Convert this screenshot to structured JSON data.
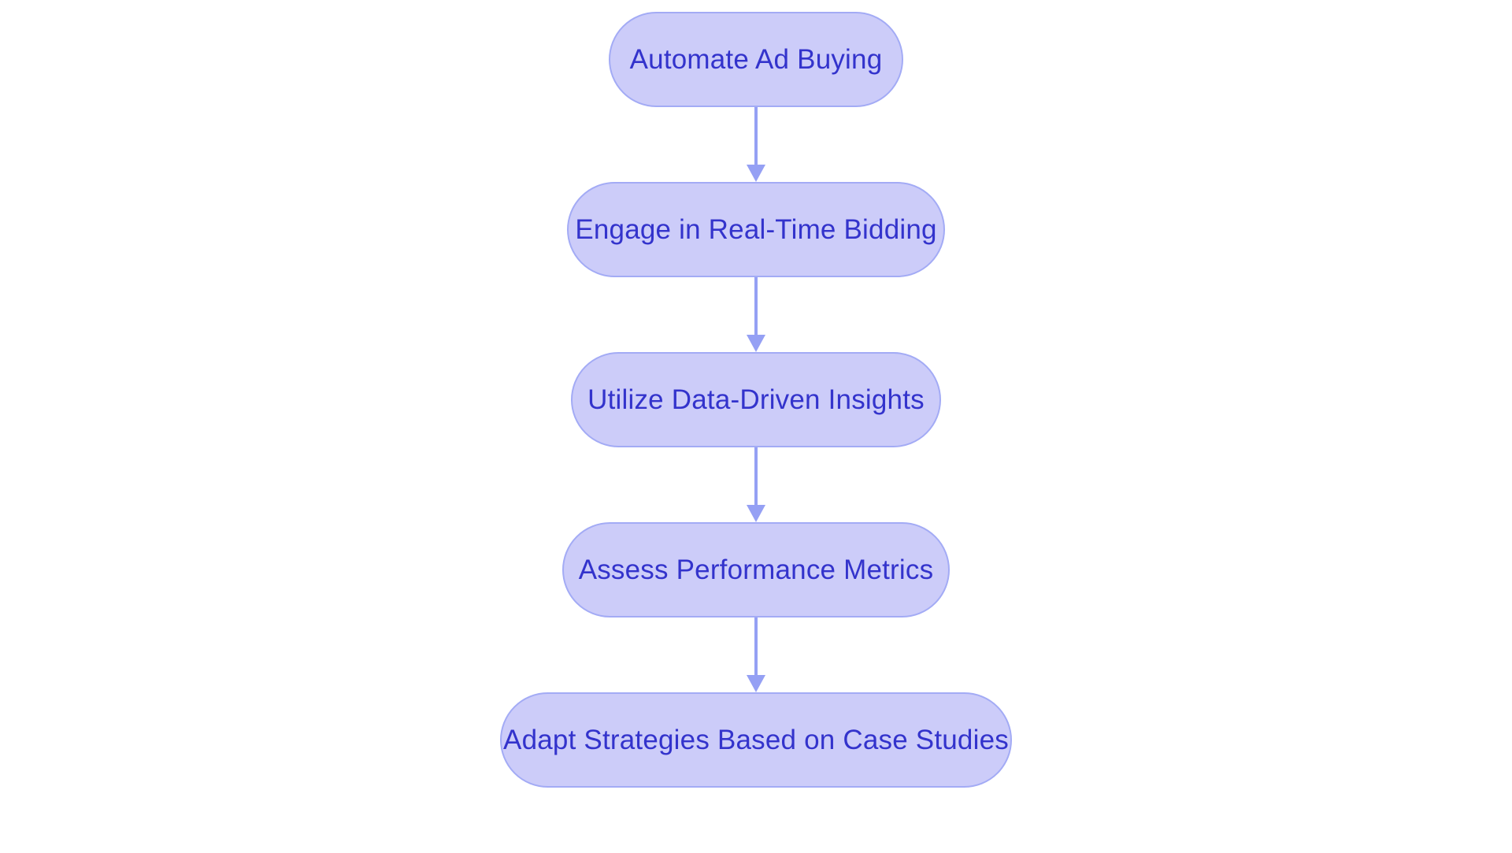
{
  "diagram": {
    "type": "flowchart",
    "orientation": "vertical-top-to-bottom",
    "title": "",
    "background_color": "#ffffff",
    "node_fill_color": "#ccccf9",
    "node_border_color": "#a3abf5",
    "node_text_color": "#3333cc",
    "connector_color": "#95a0f4",
    "node_shape": "rounded-pill",
    "nodes": [
      {
        "id": "node-1",
        "label": "Automate Ad Buying"
      },
      {
        "id": "node-2",
        "label": "Engage in Real-Time Bidding"
      },
      {
        "id": "node-3",
        "label": "Utilize Data-Driven Insights"
      },
      {
        "id": "node-4",
        "label": "Assess Performance Metrics"
      },
      {
        "id": "node-5",
        "label": "Adapt Strategies Based on Case Studies"
      }
    ],
    "edges": [
      {
        "id": "edge-1",
        "from": "node-1",
        "to": "node-2",
        "label": "",
        "arrow": "down-arrowhead"
      },
      {
        "id": "edge-2",
        "from": "node-2",
        "to": "node-3",
        "label": "",
        "arrow": "down-arrowhead"
      },
      {
        "id": "edge-3",
        "from": "node-3",
        "to": "node-4",
        "label": "",
        "arrow": "down-arrowhead"
      },
      {
        "id": "edge-4",
        "from": "node-4",
        "to": "node-5",
        "label": "",
        "arrow": "down-arrowhead"
      }
    ]
  }
}
